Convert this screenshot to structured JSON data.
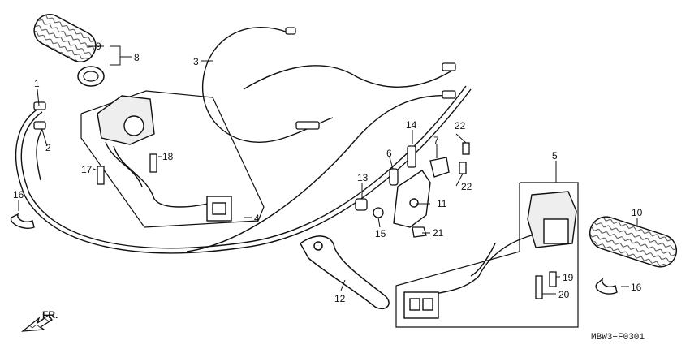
{
  "parts": [
    {
      "id": "1",
      "label": "1"
    },
    {
      "id": "2",
      "label": "2"
    },
    {
      "id": "3",
      "label": "3"
    },
    {
      "id": "4",
      "label": "4"
    },
    {
      "id": "5",
      "label": "5"
    },
    {
      "id": "6",
      "label": "6"
    },
    {
      "id": "7",
      "label": "7"
    },
    {
      "id": "8",
      "label": "8"
    },
    {
      "id": "9",
      "label": "9"
    },
    {
      "id": "10",
      "label": "10"
    },
    {
      "id": "11",
      "label": "11"
    },
    {
      "id": "12",
      "label": "12"
    },
    {
      "id": "13",
      "label": "13"
    },
    {
      "id": "14",
      "label": "14"
    },
    {
      "id": "15",
      "label": "15"
    },
    {
      "id": "16a",
      "label": "16"
    },
    {
      "id": "16b",
      "label": "16"
    },
    {
      "id": "17",
      "label": "17"
    },
    {
      "id": "18",
      "label": "18"
    },
    {
      "id": "19",
      "label": "19"
    },
    {
      "id": "20",
      "label": "20"
    },
    {
      "id": "21",
      "label": "21"
    },
    {
      "id": "22a",
      "label": "22"
    },
    {
      "id": "22b",
      "label": "22"
    }
  ],
  "direction_label": "FR.",
  "diagram_code": "MBW3−F0301"
}
